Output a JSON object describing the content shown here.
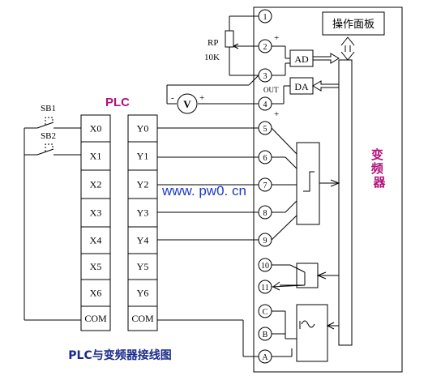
{
  "plc_title": "PLC",
  "inverter_title": "变频器",
  "operation_panel": "操作面板",
  "watermark": "www. pw0. cn",
  "caption": "PLC与变频器接线图",
  "switches": [
    "SB1",
    "SB2"
  ],
  "plc_inputs": [
    "X0",
    "X1",
    "X2",
    "X3",
    "X4",
    "X5",
    "X6",
    "COM"
  ],
  "plc_outputs": [
    "Y0",
    "Y1",
    "Y2",
    "Y3",
    "Y4",
    "Y5",
    "Y6",
    "COM"
  ],
  "terminals": [
    "1",
    "2",
    "3",
    "4",
    "5",
    "6",
    "7",
    "8",
    "9",
    "10",
    "11",
    "C",
    "B",
    "A"
  ],
  "pot_label": "RP",
  "pot_value": "10K",
  "ad_label": "AD",
  "da_label": "DA",
  "out_label": "OUT",
  "voltmeter": "V",
  "plus": "+",
  "minus": "-"
}
